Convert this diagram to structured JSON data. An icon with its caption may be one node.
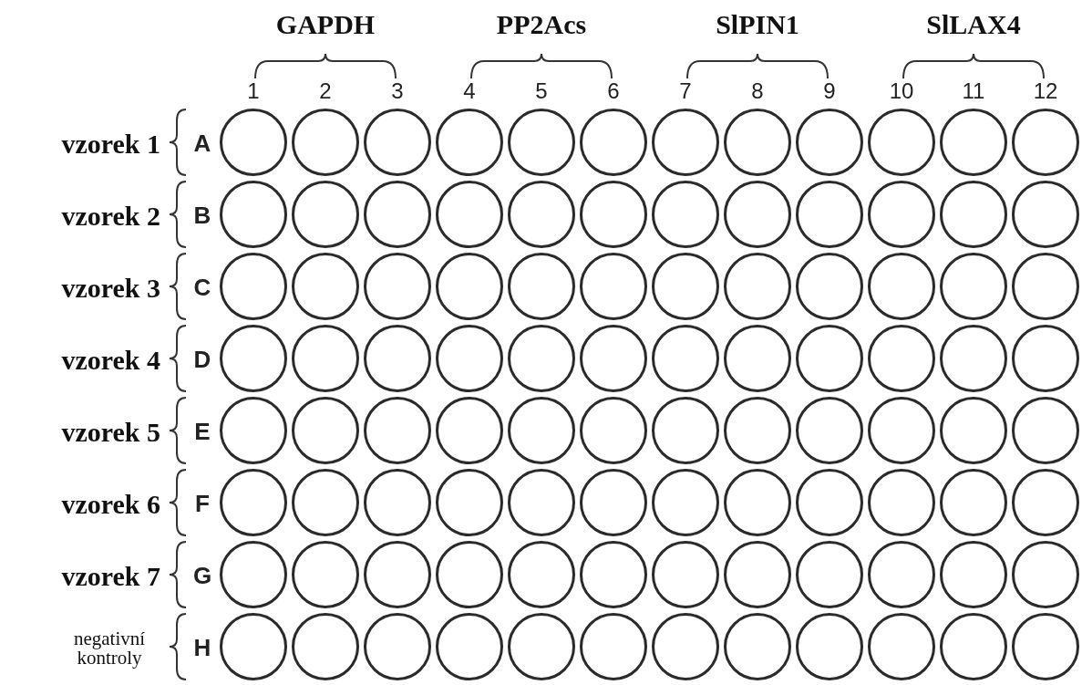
{
  "diagram": {
    "nodes": [
      {
        "text": [],
        "shape": "circle"
      },
      {
        "text": [],
        "shape": "circle"
      },
      {
        "text": [],
        "shape": "circle"
      },
      {
        "text": [],
        "shape": "circle"
      },
      {
        "text": [],
        "shape": "circle"
      },
      {
        "text": [],
        "shape": "circle"
      },
      {
        "text": [],
        "shape": "circle"
      },
      {
        "text": [],
        "shape": "circle"
      },
      {
        "text": [],
        "shape": "circle"
      },
      {
        "text": [],
        "shape": "circle"
      },
      {
        "text": [],
        "shape": "circle"
      },
      {
        "text": [],
        "shape": "circle"
      },
      {
        "text": [],
        "shape": "circle"
      },
      {
        "text": [],
        "shape": "circle"
      },
      {
        "text": [],
        "shape": "circle"
      },
      {
        "text": [],
        "shape": "circle"
      },
      {
        "text": [],
        "shape": "circle"
      },
      {
        "text": [],
        "shape": "circle"
      },
      {
        "text": [],
        "shape": "circle"
      },
      {
        "text": [],
        "shape": "circle"
      },
      {
        "text": [],
        "shape": "circle"
      },
      {
        "text": [],
        "shape": "circle"
      },
      {
        "text": [],
        "shape": "circle"
      },
      {
        "text": [],
        "shape": "circle"
      },
      {
        "text": [],
        "shape": "circle"
      },
      {
        "text": [],
        "shape": "circle"
      },
      {
        "text": [],
        "shape": "circle"
      },
      {
        "text": [],
        "shape": "circle"
      },
      {
        "text": [],
        "shape": "circle"
      },
      {
        "text": [],
        "shape": "circle"
      },
      {
        "text": [],
        "shape": "circle"
      },
      {
        "text": [],
        "shape": "circle"
      },
      {
        "text": [],
        "shape": "circle"
      },
      {
        "text": [],
        "shape": "circle"
      },
      {
        "text": [],
        "shape": "circle"
      },
      {
        "text": [],
        "shape": "circle"
      },
      {
        "text": [],
        "shape": "circle"
      },
      {
        "text": [],
        "shape": "circle"
      },
      {
        "text": [],
        "shape": "circle"
      },
      {
        "text": [],
        "shape": "circle"
      },
      {
        "text": [],
        "shape": "circle"
      },
      {
        "text": [],
        "shape": "circle"
      },
      {
        "text": [],
        "shape": "circle"
      },
      {
        "text": [],
        "shape": "circle"
      },
      {
        "text": [],
        "shape": "circle"
      },
      {
        "text": [],
        "shape": "circle"
      },
      {
        "text": [],
        "shape": "circle"
      },
      {
        "text": [],
        "shape": "circle"
      },
      {
        "text": [],
        "shape": "circle"
      },
      {
        "text": [],
        "shape": "circle"
      },
      {
        "text": [],
        "shape": "circle"
      },
      {
        "text": [],
        "shape": "circle"
      },
      {
        "text": [],
        "shape": "circle"
      },
      {
        "text": [],
        "shape": "circle"
      },
      {
        "text": [],
        "shape": "circle"
      },
      {
        "text": [],
        "shape": "circle"
      },
      {
        "text": [],
        "shape": "circle"
      },
      {
        "text": [],
        "shape": "circle"
      },
      {
        "text": [],
        "shape": "circle"
      },
      {
        "text": [],
        "shape": "circle"
      },
      {
        "text": [],
        "shape": "circle"
      },
      {
        "text": [],
        "shape": "circle"
      },
      {
        "text": [],
        "shape": "circle"
      },
      {
        "text": [],
        "shape": "circle"
      },
      {
        "text": [],
        "shape": "circle"
      },
      {
        "text": [],
        "shape": "circle"
      },
      {
        "text": [],
        "shape": "circle"
      },
      {
        "text": [],
        "shape": "circle"
      },
      {
        "text": [],
        "shape": "circle"
      },
      {
        "text": [],
        "shape": "circle"
      },
      {
        "text": [],
        "shape": "circle"
      },
      {
        "text": [],
        "shape": "circle"
      },
      {
        "text": [],
        "shape": "circle"
      },
      {
        "text": [],
        "shape": "circle"
      },
      {
        "text": [],
        "shape": "circle"
      },
      {
        "text": [],
        "shape": "circle"
      },
      {
        "text": [],
        "shape": "circle"
      },
      {
        "text": [],
        "shape": "circle"
      },
      {
        "text": [],
        "shape": "circle"
      },
      {
        "text": [],
        "shape": "circle"
      },
      {
        "text": [],
        "shape": "circle"
      },
      {
        "text": [],
        "shape": "circle"
      },
      {
        "text": [],
        "shape": "circle"
      },
      {
        "text": [],
        "shape": "circle"
      },
      {
        "text": [],
        "shape": "circle"
      },
      {
        "text": [],
        "shape": "circle"
      },
      {
        "text": [],
        "shape": "circle"
      },
      {
        "text": [],
        "shape": "circle"
      },
      {
        "text": [],
        "shape": "circle"
      },
      {
        "text": [],
        "shape": "circle"
      },
      {
        "text": [],
        "shape": "circle"
      },
      {
        "text": [],
        "shape": "circle"
      },
      {
        "text": [],
        "shape": "circle"
      },
      {
        "text": [],
        "shape": "circle"
      },
      {
        "text": [],
        "shape": "circle"
      },
      {
        "text": [],
        "shape": "circle"
      }
    ],
    "labels": [
      "GAPDH",
      "PP2Acs",
      "SlPIN1",
      "SlLAX4",
      "1",
      "2",
      "3",
      "4",
      "5",
      "6",
      "7",
      "8",
      "9",
      "10",
      "11",
      "12",
      "vzorek 1",
      "A",
      "vzorek 2",
      "B",
      "vzorek 3",
      "C",
      "vzorek 4",
      "D",
      "vzorek 5",
      "E",
      "vzorek 6",
      "F",
      "vzorek 7",
      "G",
      "negativní kontroly",
      "H"
    ]
  }
}
